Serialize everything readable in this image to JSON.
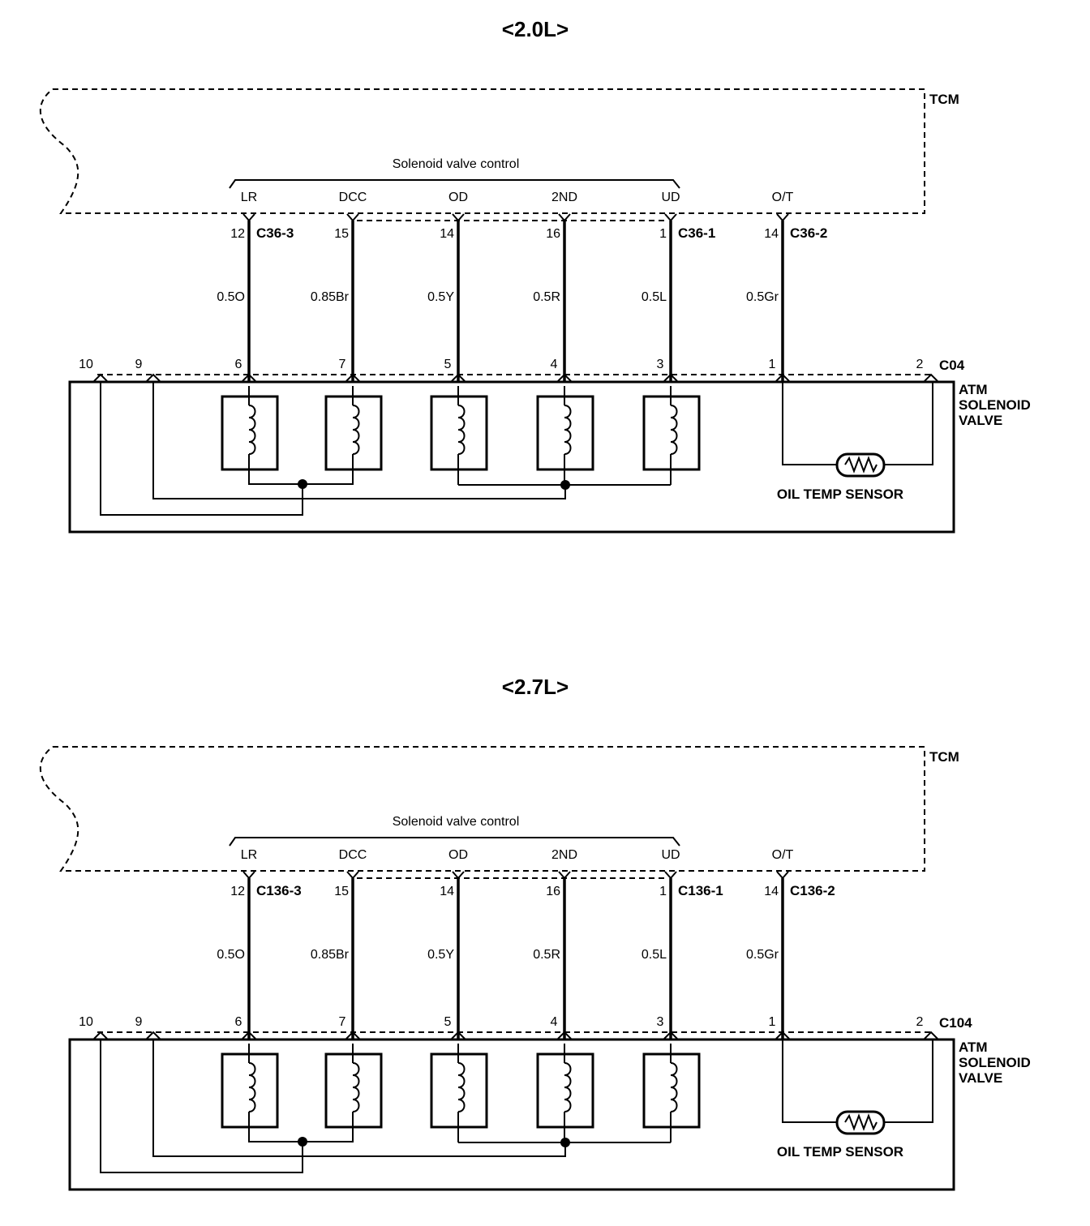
{
  "diagrams": [
    {
      "title": "<2.0L>",
      "tcm_label": "TCM",
      "bus_label": "Solenoid valve control",
      "terminals": [
        {
          "signal": "LR",
          "tcm_pin": "12",
          "tcm_connector": "C36-3",
          "wire": "0.5O",
          "pin": "6"
        },
        {
          "signal": "DCC",
          "tcm_pin": "15",
          "tcm_connector": "",
          "wire": "0.85Br",
          "pin": "7"
        },
        {
          "signal": "OD",
          "tcm_pin": "14",
          "tcm_connector": "",
          "wire": "0.5Y",
          "pin": "5"
        },
        {
          "signal": "2ND",
          "tcm_pin": "16",
          "tcm_connector": "",
          "wire": "0.5R",
          "pin": "4"
        },
        {
          "signal": "UD",
          "tcm_pin": "1",
          "tcm_connector": "C36-1",
          "wire": "0.5L",
          "pin": "3"
        },
        {
          "signal": "O/T",
          "tcm_pin": "14",
          "tcm_connector": "C36-2",
          "wire": "0.5Gr",
          "pin": "1"
        }
      ],
      "extra_pins": [
        "10",
        "9",
        "2"
      ],
      "device_connector": "C04",
      "device_label": [
        "ATM",
        "SOLENOID",
        "VALVE"
      ],
      "sensor_label": "OIL TEMP SENSOR"
    },
    {
      "title": "<2.7L>",
      "tcm_label": "TCM",
      "bus_label": "Solenoid valve control",
      "terminals": [
        {
          "signal": "LR",
          "tcm_pin": "12",
          "tcm_connector": "C136-3",
          "wire": "0.5O",
          "pin": "6"
        },
        {
          "signal": "DCC",
          "tcm_pin": "15",
          "tcm_connector": "",
          "wire": "0.85Br",
          "pin": "7"
        },
        {
          "signal": "OD",
          "tcm_pin": "14",
          "tcm_connector": "",
          "wire": "0.5Y",
          "pin": "5"
        },
        {
          "signal": "2ND",
          "tcm_pin": "16",
          "tcm_connector": "",
          "wire": "0.5R",
          "pin": "4"
        },
        {
          "signal": "UD",
          "tcm_pin": "1",
          "tcm_connector": "C136-1",
          "wire": "0.5L",
          "pin": "3"
        },
        {
          "signal": "O/T",
          "tcm_pin": "14",
          "tcm_connector": "C136-2",
          "wire": "0.5Gr",
          "pin": "1"
        }
      ],
      "extra_pins": [
        "10",
        "9",
        "2"
      ],
      "device_connector": "C104",
      "device_label": [
        "ATM",
        "SOLENOID",
        "VALVE"
      ],
      "sensor_label": "OIL TEMP SENSOR"
    }
  ]
}
